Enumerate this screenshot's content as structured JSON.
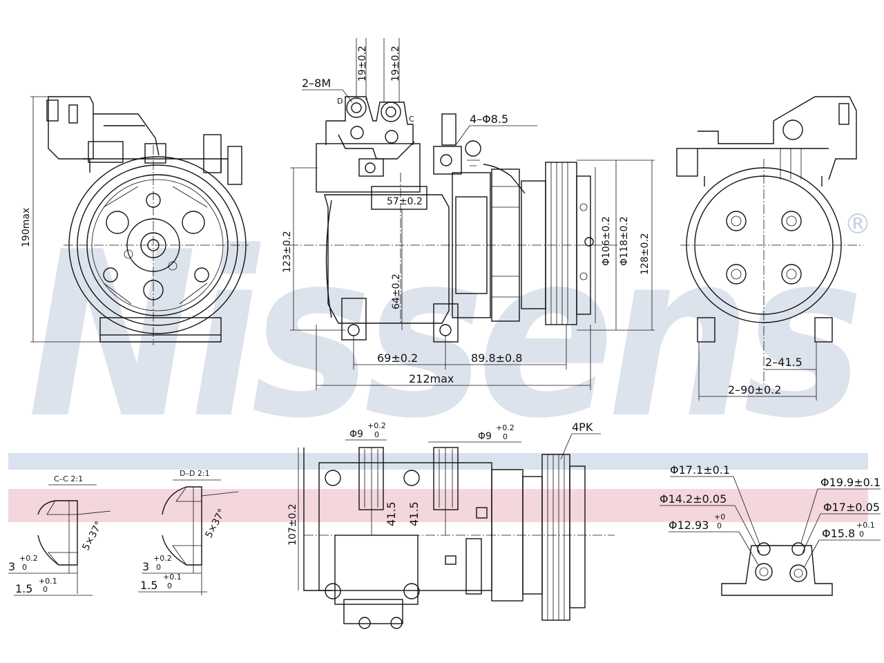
{
  "brand": {
    "watermark": "Nissens",
    "registered": "®",
    "colors": {
      "watermark": "#dde3ed",
      "stripe_blue": "#d9e2ee",
      "stripe_red": "#f3d7dc",
      "line": "#111111"
    }
  },
  "front_view": {
    "height": "190max"
  },
  "side_view": {
    "mount_bolts": "2–8M",
    "port1": "19±0.2",
    "port2": "19±0.2",
    "mount_holes": "4–Φ8.5",
    "top_offset": "57±0.2",
    "height_body": "123±0.2",
    "inner_height": "64±0.2",
    "pulley_d1": "Φ106±0.2",
    "pulley_d2": "Φ118±0.2",
    "height_total": "128±0.2",
    "hole_spacing": "69±0.2",
    "pulley_offset": "89.8±0.8",
    "length_max": "212max",
    "label_d": "D",
    "label_c": "C"
  },
  "rear_view": {
    "half_spacing": "2–41.5",
    "spacing": "2–90±0.2"
  },
  "section_c": {
    "title": "C–C 2:1",
    "chamfer": "5×37°",
    "depth": "3",
    "depth_tol_upper": "+0.2",
    "depth_tol_lower": "0",
    "width": "1.5",
    "width_tol_upper": "+0.1",
    "width_tol_lower": "0"
  },
  "section_d": {
    "title": "D–D 2:1",
    "chamfer": "5×37°",
    "depth": "3",
    "depth_tol_upper": "+0.2",
    "depth_tol_lower": "0",
    "width": "1.5",
    "width_tol_upper": "+0.1",
    "width_tol_lower": "0"
  },
  "top_view": {
    "port1_d": "Φ9",
    "port1_tol_upper": "+0.2",
    "port1_tol_lower": "0",
    "port2_d": "Φ9",
    "port2_tol_upper": "+0.2",
    "port2_tol_lower": "0",
    "belt": "4PK",
    "height": "107±0.2",
    "dist1": "41.5",
    "dist2": "41.5"
  },
  "port_detail": {
    "d1": "Φ17.1±0.1",
    "d2": "Φ14.2±0.05",
    "d3": "Φ12.93",
    "d3_tol_upper": "+0",
    "d3_tol_lower": "0",
    "d4": "Φ19.9±0.1",
    "d5": "Φ17±0.05",
    "d6": "Φ15.8",
    "d6_tol_upper": "+0.1",
    "d6_tol_lower": "0"
  }
}
